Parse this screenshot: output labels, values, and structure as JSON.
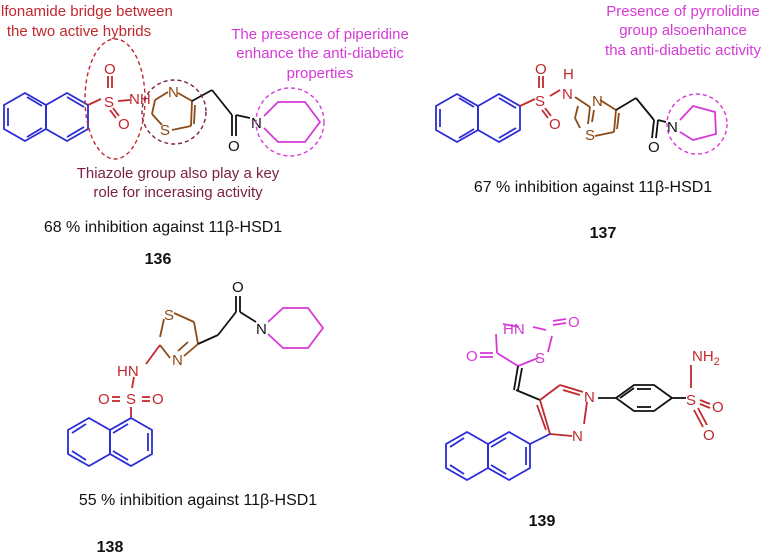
{
  "colors": {
    "naphthalene": "#2b2bd6",
    "sulfonyl": "#c0282d",
    "thiazole": "#8b4a16",
    "linker": "#111111",
    "ring_amine": "#d63ad6",
    "thiazole_note": "#7a1f45"
  },
  "annotations": {
    "sulfonamide_line1": "sulfonamide bridge between",
    "sulfonamide_line2": "the two active hybrids",
    "piperidine_line1": "The presence of piperidine",
    "piperidine_line2": "enhance the anti-diabetic",
    "piperidine_line3": "properties",
    "pyrrolidine_line1": "Presence of pyrrolidine",
    "pyrrolidine_line2": "group alsoenhance",
    "pyrrolidine_line3": "tha anti-diabetic activity",
    "thiazole_line1": "Thiazole group also play a key",
    "thiazole_line2": "role for incerasing activity"
  },
  "atoms": {
    "S": "S",
    "O": "O",
    "N": "N",
    "H": "H",
    "HN": "HN",
    "NH": "NH",
    "NH2": "NH",
    "sub2": "2"
  },
  "compounds": [
    {
      "id": "136",
      "activity": "68 % inhibition against 11β-HSD1"
    },
    {
      "id": "137",
      "activity": "67 % inhibition against 11β-HSD1"
    },
    {
      "id": "138",
      "activity": "55 % inhibition against 11β-HSD1"
    },
    {
      "id": "139",
      "activity": ""
    }
  ]
}
